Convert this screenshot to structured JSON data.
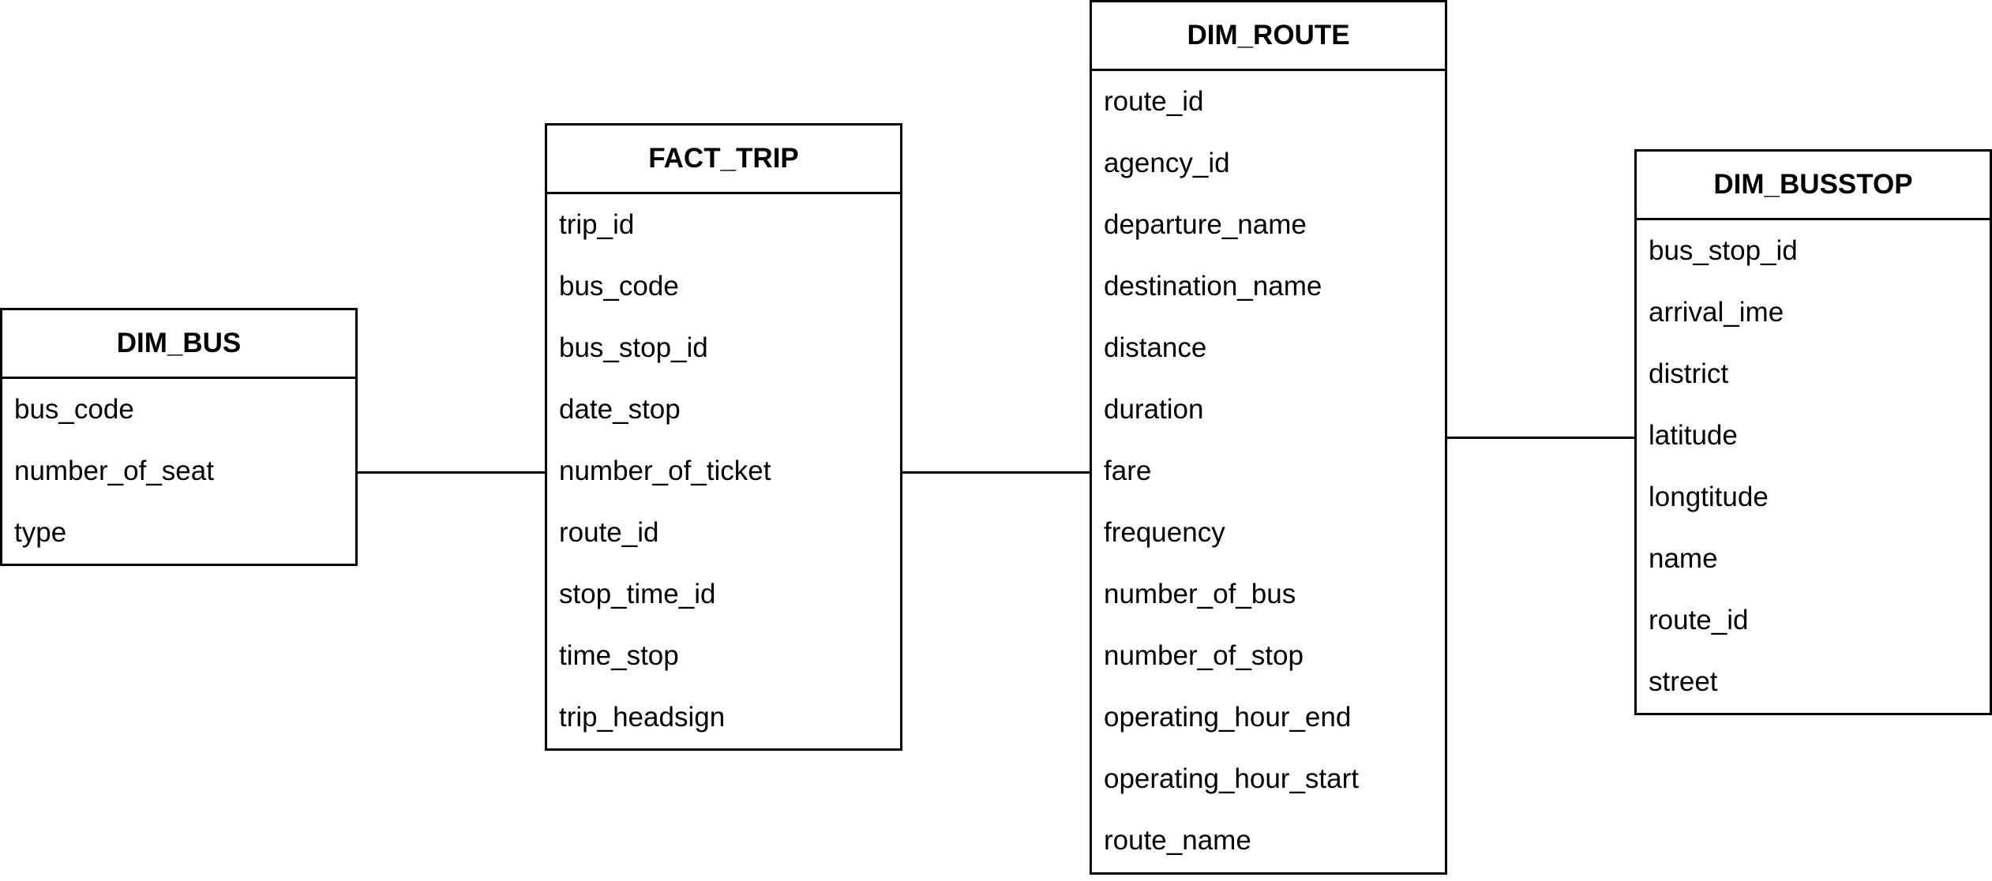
{
  "diagram": {
    "entities": [
      {
        "key": "dim_bus",
        "title": "DIM_BUS",
        "fields": [
          "bus_code",
          "number_of_seat",
          "type"
        ]
      },
      {
        "key": "fact_trip",
        "title": "FACT_TRIP",
        "fields": [
          "trip_id",
          "bus_code",
          "bus_stop_id",
          "date_stop",
          "number_of_ticket",
          "route_id",
          "stop_time_id",
          "time_stop",
          "trip_headsign"
        ]
      },
      {
        "key": "dim_route",
        "title": "DIM_ROUTE",
        "fields": [
          "route_id",
          "agency_id",
          "departure_name",
          "destination_name",
          "distance",
          "duration",
          "fare",
          "frequency",
          "number_of_bus",
          "number_of_stop",
          "operating_hour_end",
          "operating_hour_start",
          "route_name"
        ]
      },
      {
        "key": "dim_busstop",
        "title": "DIM_BUSSTOP",
        "fields": [
          "bus_stop_id",
          "arrival_ime",
          "district",
          "latitude",
          "longtitude",
          "name",
          "route_id",
          "street"
        ]
      }
    ],
    "relationships": [
      {
        "from": "dim_bus",
        "to": "fact_trip"
      },
      {
        "from": "fact_trip",
        "to": "dim_route"
      },
      {
        "from": "dim_route",
        "to": "dim_busstop"
      }
    ]
  }
}
